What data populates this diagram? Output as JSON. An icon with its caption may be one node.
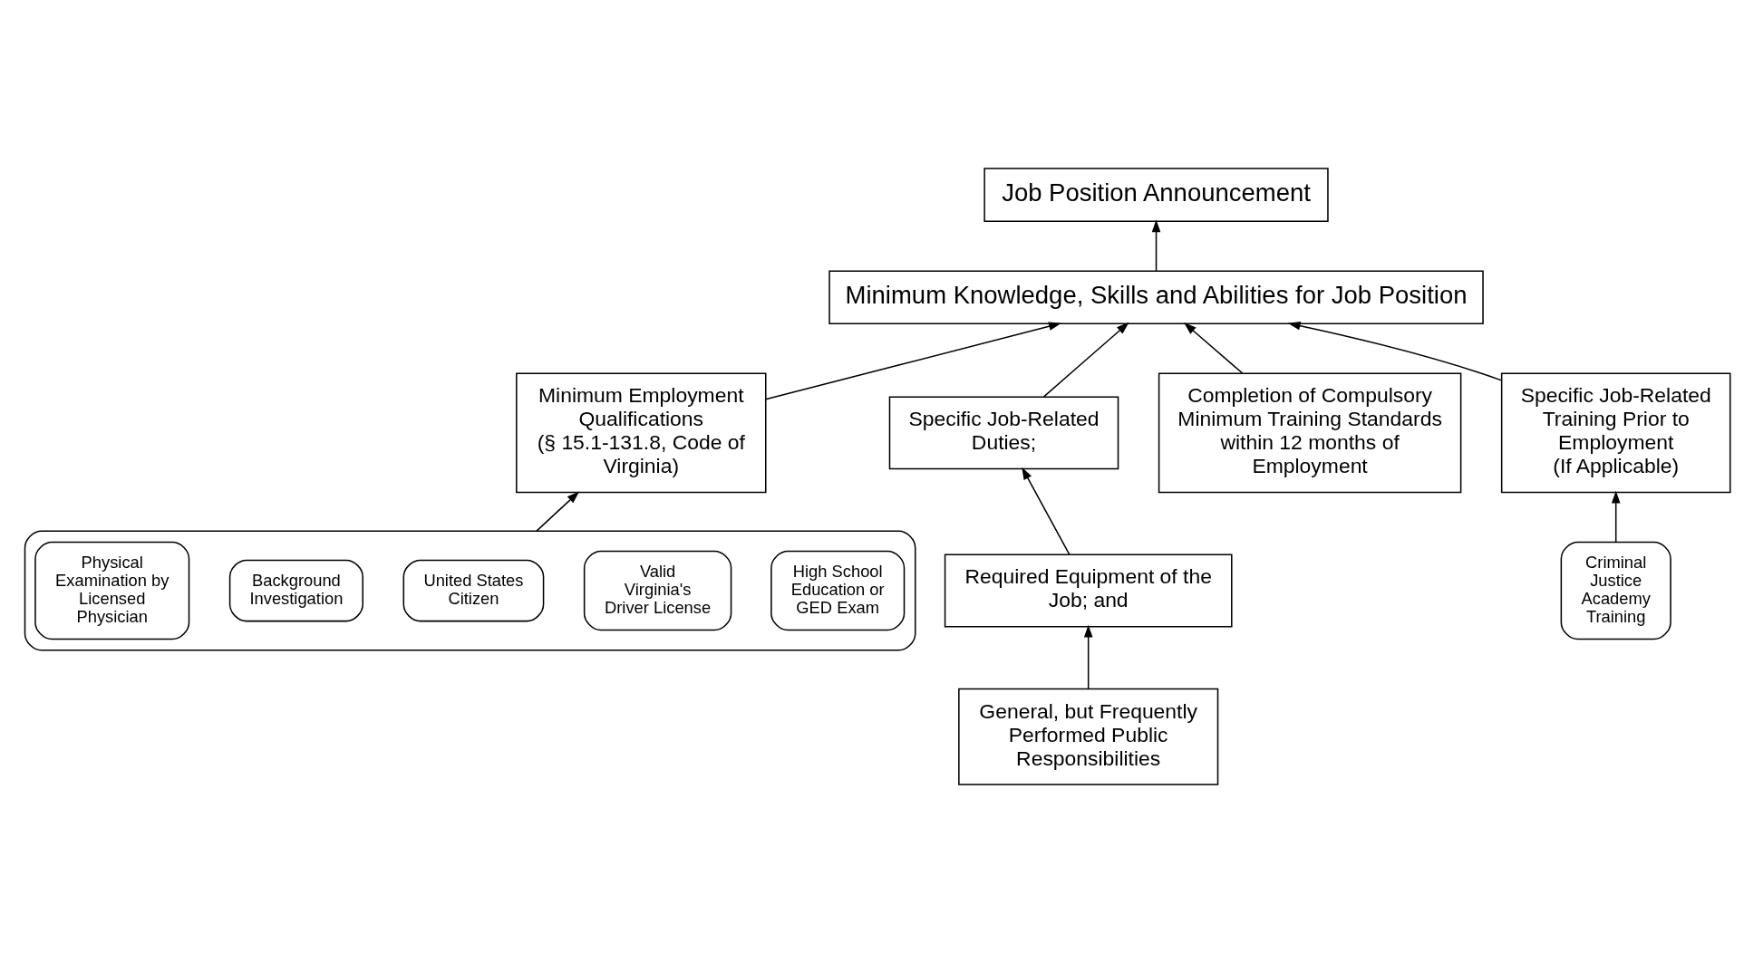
{
  "diagram": {
    "nodes": [
      {
        "text": [
          "Job Position Announcement"
        ]
      },
      {
        "text": [
          "Minimum Knowledge, Skills and Abilities for Job Position"
        ]
      },
      {
        "text": [
          "Minimum Employment Qualifications",
          "(§ 15.1-131.8, Code of Virginia)"
        ]
      },
      {
        "text": [
          "Specific Job-Related Duties;"
        ]
      },
      {
        "text": [
          "Completion of Compulsory Minimum Training Standards within 12 months of Employment"
        ]
      },
      {
        "text": [
          "Specific Job-Related Training Prior to Employment",
          "(If Applicable)"
        ]
      },
      {
        "text": [],
        "shape": "box"
      },
      {
        "text": [
          "High School Education or GED Exam"
        ],
        "in": 6
      },
      {
        "text": [
          "Valid Virginia's Driver License"
        ],
        "in": 6
      },
      {
        "text": [
          "United States Citizen"
        ],
        "in": 6
      },
      {
        "text": [
          "Background Investigation"
        ],
        "in": 6
      },
      {
        "text": [
          "Physical Examination by Licensed Physician"
        ],
        "in": 6
      },
      {
        "text": [
          "Required Equipment of the Job; and"
        ]
      },
      {
        "text": [
          "General, but Frequently Performed Public Responsibilities"
        ]
      },
      {
        "text": [
          "Criminal Justice Academy Training"
        ]
      }
    ],
    "edges": [
      {
        "from": 1,
        "to": 0,
        "arrow": "to"
      },
      {
        "from": 2,
        "to": 1,
        "arrow": "to"
      },
      {
        "from": 3,
        "to": 1,
        "arrow": "to"
      },
      {
        "from": 4,
        "to": 1,
        "arrow": "to"
      },
      {
        "from": 5,
        "to": 1,
        "arrow": "to"
      },
      {
        "from": 6,
        "to": 2,
        "arrow": "to"
      },
      {
        "from": 12,
        "to": 3,
        "arrow": "to"
      },
      {
        "from": 13,
        "to": 12,
        "arrow": "to"
      },
      {
        "from": 14,
        "to": 5,
        "arrow": "to"
      }
    ]
  }
}
